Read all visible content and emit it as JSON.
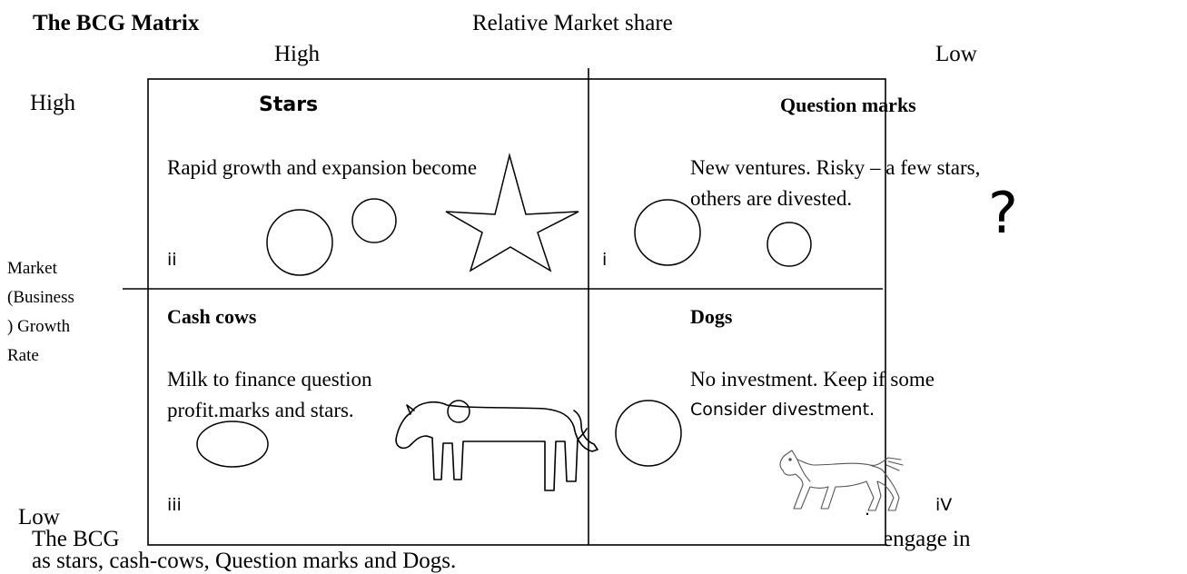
{
  "title": "The BCG Matrix",
  "x_axis": {
    "title": "Relative Market share",
    "high": "High",
    "low": "Low"
  },
  "y_axis": {
    "title_lines": [
      "Market",
      "(Business",
      ") Growth",
      "Rate"
    ],
    "high": "High",
    "low": "Low"
  },
  "quadrants": {
    "stars": {
      "heading": "Stars",
      "body": "Rapid growth and expansion become",
      "numeral": "ii"
    },
    "question_marks": {
      "heading": "Question marks",
      "body": "New ventures. Risky – a few stars, others are divested.",
      "numeral": "i",
      "symbol": "?"
    },
    "cash_cows": {
      "heading": "Cash cows",
      "body": "Milk to finance question profit.marks and stars.",
      "numeral": "iii"
    },
    "dogs": {
      "heading": "Dogs",
      "body_serif": "No investment. Keep if some",
      "body_sans": "Consider divestment.",
      "numeral": "iV",
      "dot": "."
    }
  },
  "bottom_text": {
    "line1_start": "The BCG",
    "line1_end": "engage in",
    "line2": "as stars, cash-cows, Question marks and Dogs."
  },
  "colors": {
    "ink": "#000000",
    "background": "#ffffff"
  }
}
